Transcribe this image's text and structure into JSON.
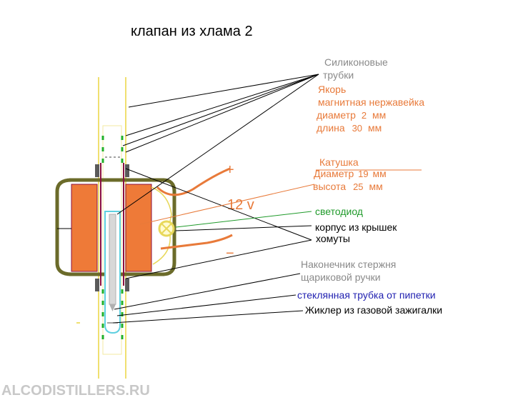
{
  "title": "клапан из хлама 2",
  "labels": {
    "silicone_1": "Силиконовые",
    "silicone_2": "трубки",
    "armature": "Якорь",
    "armature_material": "магнитная нержавейка",
    "armature_diam_label": "диаметр",
    "armature_diam_value": "2",
    "armature_diam_unit": "мм",
    "armature_len_label": "длина",
    "armature_len_value": "30",
    "armature_len_unit": "мм",
    "coil": "Катушка",
    "coil_diam_label": "Диаметр",
    "coil_diam_value": "19",
    "coil_diam_unit": "мм",
    "coil_height_label": "высота",
    "coil_height_value": "25",
    "coil_height_unit": "мм",
    "led": "светодиод",
    "body": "корпус из крышек",
    "clamps": "хомуты",
    "rod_tip_1": "Наконечник стержня",
    "rod_tip_2": "щариковой ручки",
    "glass_tube": "стеклянная трубка от пипетки",
    "jet": "Жиклер из газовой зажигалки"
  },
  "voltage": "12 v",
  "plus": "+",
  "minus": "−",
  "watermark": "ALCODISTILLERS.RU",
  "colors": {
    "coil_fill": "#ee7a38",
    "body_stroke": "#6b6b2a",
    "tube_yellow": "#f0e070",
    "green": "#22b02a",
    "magenta": "#8a1040",
    "glass": "#5fd0e0",
    "wire_orange": "#e87a3a"
  }
}
